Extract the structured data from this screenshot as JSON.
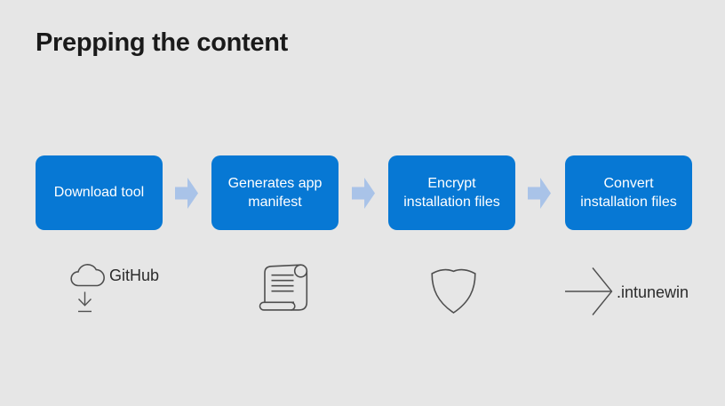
{
  "slide": {
    "title": "Prepping the content",
    "colors": {
      "background": "#e6e6e6",
      "box_fill": "#0778d4",
      "box_text": "#ffffff",
      "connector": "#a9c3e8",
      "icon_stroke": "#4f4f4f",
      "title_text": "#1a1a1a",
      "caption_text": "#2b2b2b"
    }
  },
  "steps": [
    {
      "label": "Download tool",
      "icon": "cloud-download-icon",
      "caption": "GitHub"
    },
    {
      "label": "Generates app manifest",
      "icon": "scroll-icon",
      "caption": ""
    },
    {
      "label": "Encrypt installation files",
      "icon": "shield-icon",
      "caption": ""
    },
    {
      "label": "Convert installation files",
      "icon": "arrow-right-icon",
      "caption": ".intunewin"
    }
  ]
}
